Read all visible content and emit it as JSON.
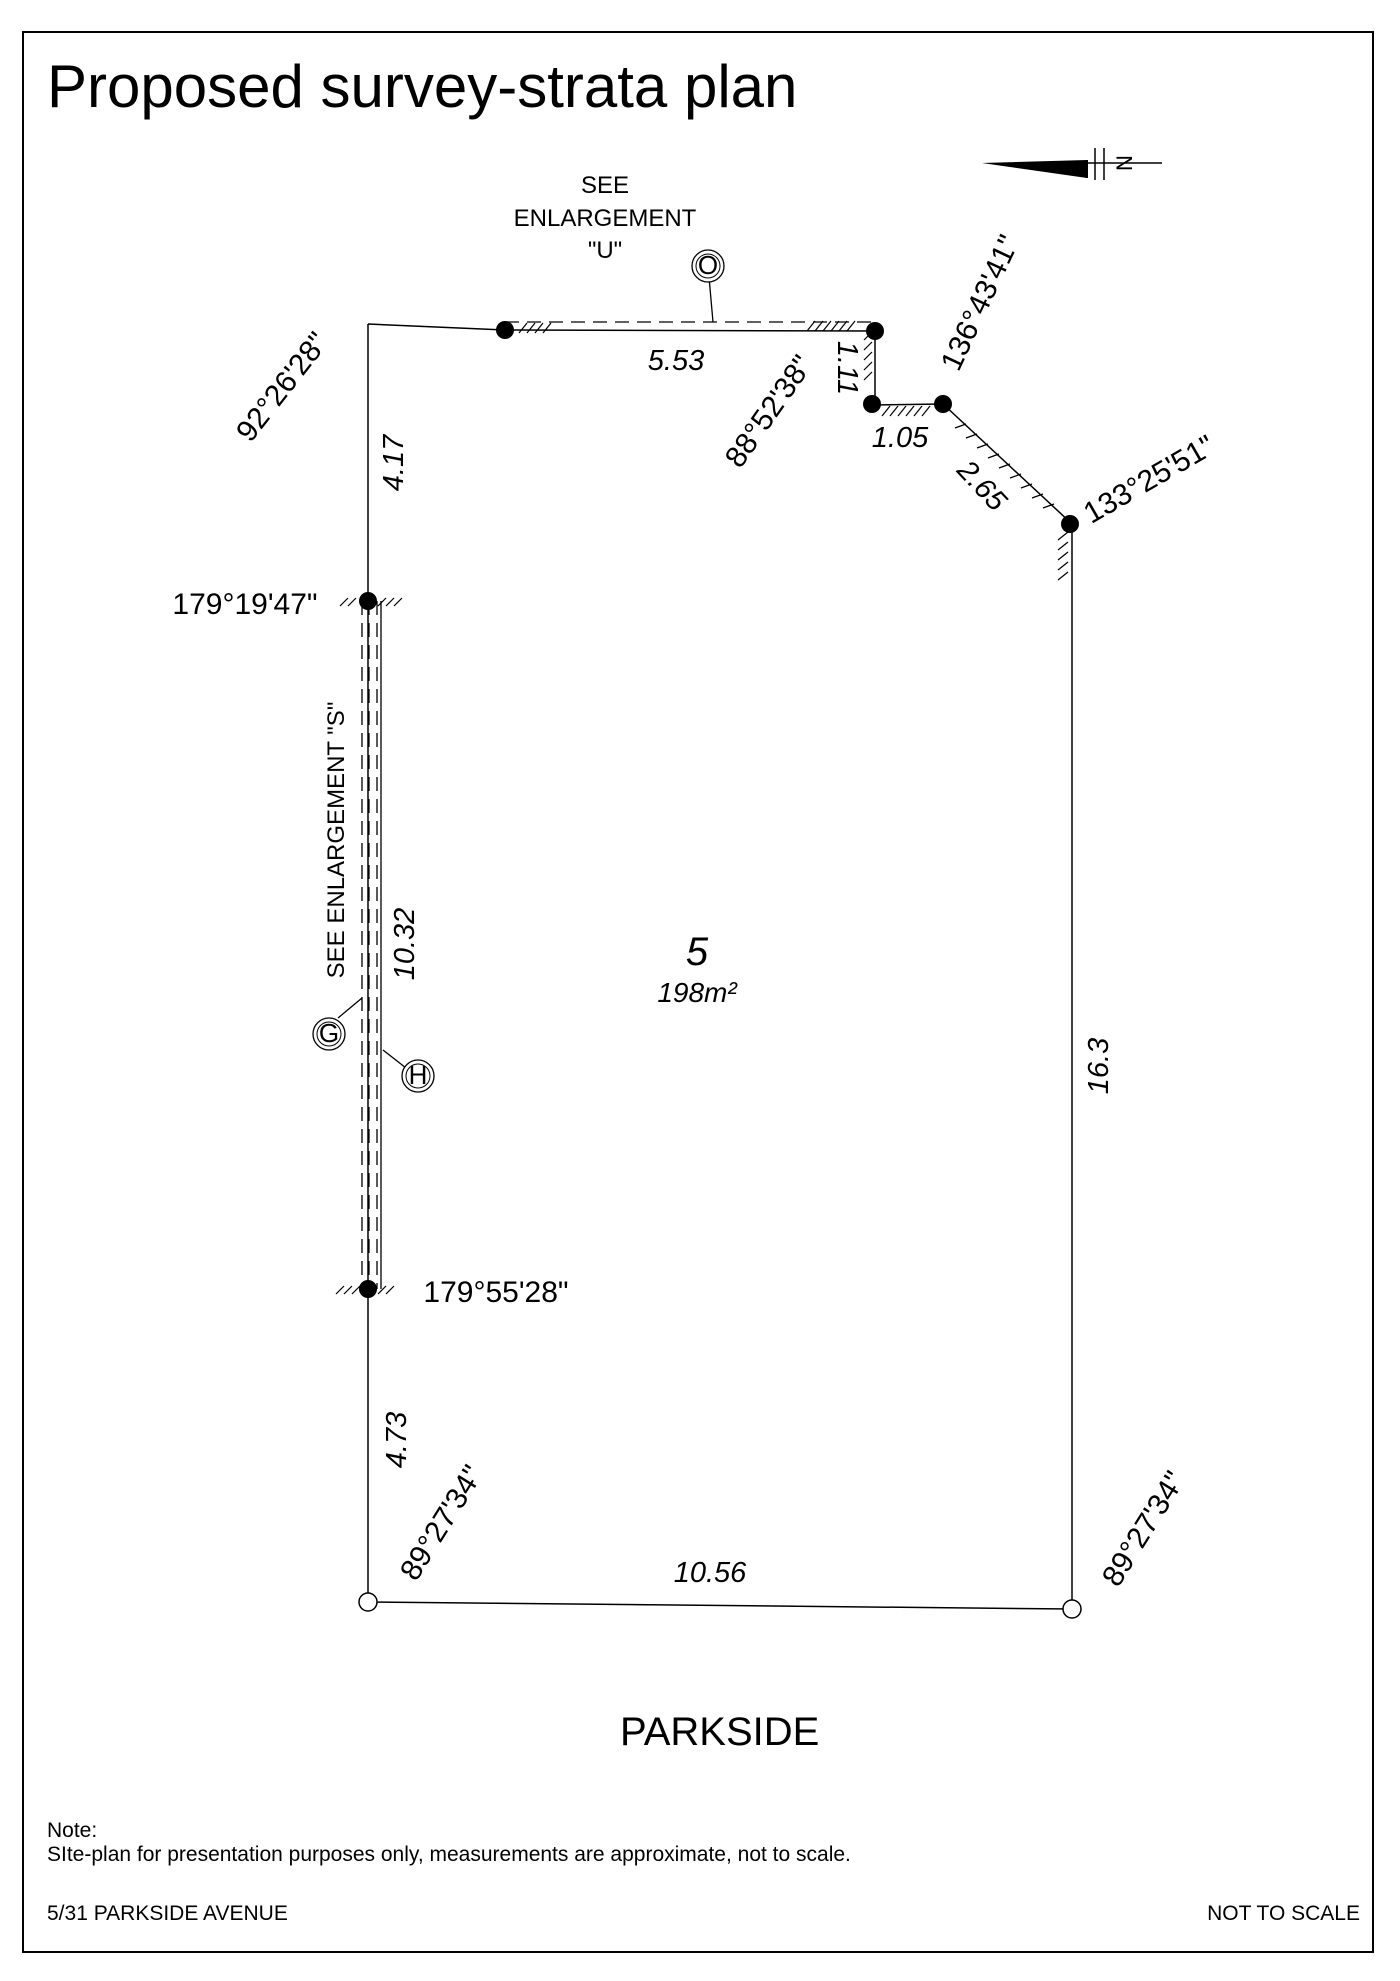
{
  "title": "Proposed survey-strata plan",
  "lot": {
    "number": "5",
    "area": "198m²"
  },
  "dimensions": {
    "top": "5.53",
    "notch_vertical": "1.11",
    "notch_horizontal": "1.05",
    "diagonal": "2.65",
    "left_upper": "4.17",
    "left_middle": "10.32",
    "left_lower": "4.73",
    "bottom": "10.56",
    "right": "16.3"
  },
  "angles": {
    "top_left": "92°26'28\"",
    "notch_inner": "88°52'38\"",
    "notch_outer": "136°43'41\"",
    "diagonal_end": "133°25'51\"",
    "left_upper": "179°19'47\"",
    "left_lower": "179°55'28\"",
    "bottom_left": "89°27'34\"",
    "bottom_right": "89°27'34\""
  },
  "enlargements": {
    "top_line1": "SEE",
    "top_line2": "ENLARGEMENT",
    "top_line3": "\"U\"",
    "side": "SEE ENLARGEMENT \"S\""
  },
  "markers": {
    "o": "O",
    "g": "G",
    "h": "H"
  },
  "north_arrow_label": "N",
  "street": "PARKSIDE",
  "note": {
    "heading": "Note:",
    "text": "SIte-plan for presentation purposes only, measurements are approximate, not to scale."
  },
  "footer": {
    "address": "5/31 PARKSIDE AVENUE",
    "scale": "NOT TO SCALE"
  }
}
